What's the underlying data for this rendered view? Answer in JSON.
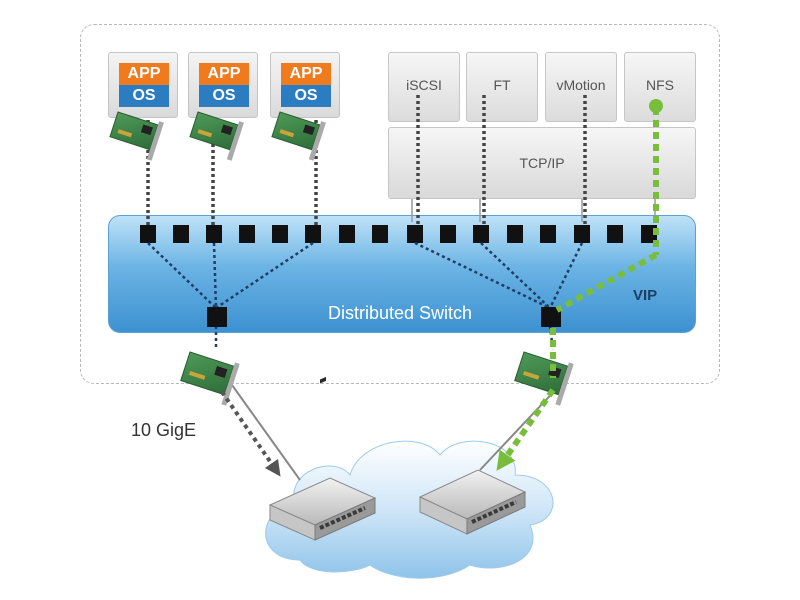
{
  "vms": [
    {
      "app": "APP",
      "os": "OS"
    },
    {
      "app": "APP",
      "os": "OS"
    },
    {
      "app": "APP",
      "os": "OS"
    }
  ],
  "services": [
    "iSCSI",
    "FT",
    "vMotion",
    "NFS"
  ],
  "tcp_label": "TCP/IP",
  "switch_label": "Distributed Switch",
  "vip_label": "VIP",
  "uplink_label": "10 GigE",
  "colors": {
    "app": "#f07a1e",
    "os": "#2c7cc2",
    "nfs_path": "#78be3c",
    "switch": "#3d91d1"
  }
}
